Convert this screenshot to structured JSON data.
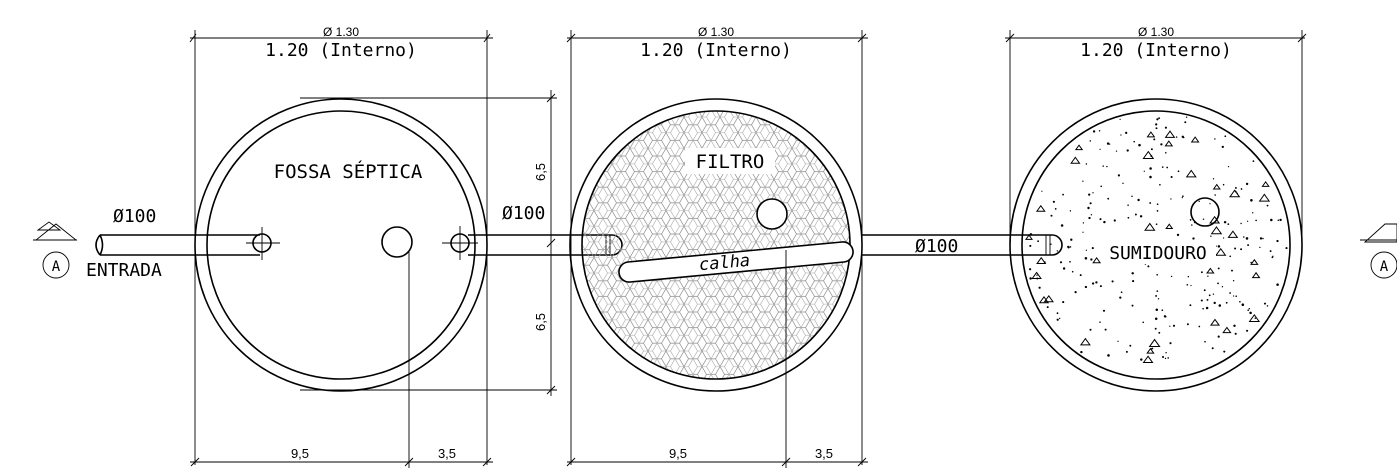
{
  "tanks": [
    {
      "name": "fossa",
      "outer_label": "Ø 1.30",
      "inner_label": "1.20 (Interno)",
      "title": "FOSSA SÉPTICA"
    },
    {
      "name": "filtro",
      "outer_label": "Ø 1.30",
      "inner_label": "1.20 (Interno)",
      "title": "FILTRO"
    },
    {
      "name": "sumidouro",
      "outer_label": "Ø 1.30",
      "inner_label": "1.20 (Interno)",
      "title": "SUMIDOURO"
    }
  ],
  "pipes": {
    "inlet_label": "Ø100",
    "link1_label": "Ø100",
    "link2_label": "Ø100",
    "entrada_label": "ENTRADA",
    "channel_label": "calha"
  },
  "dimensions": {
    "vertical_top": "6,5",
    "vertical_bottom": "6,5",
    "fossa_bottom_left": "9,5",
    "fossa_bottom_right": "3,5",
    "filtro_bottom_left": "9,5",
    "filtro_bottom_right": "3,5"
  },
  "section_marker": {
    "letter": "A"
  }
}
